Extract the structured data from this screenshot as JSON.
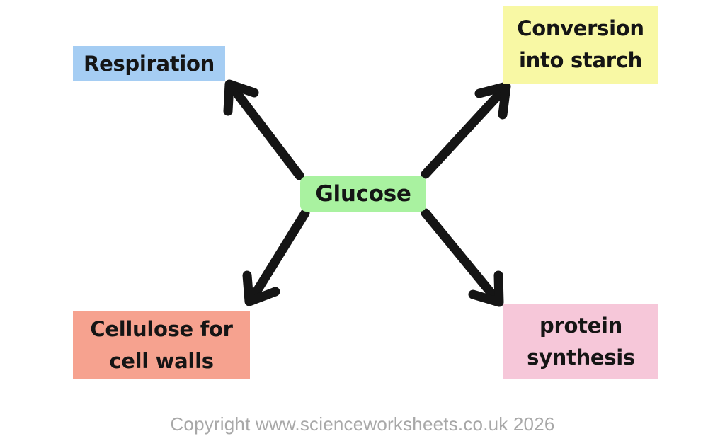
{
  "page": {
    "background": "#ffffff"
  },
  "diagram": {
    "center": {
      "label": "Glucose",
      "bg": "#a9f2a0"
    },
    "nodes": [
      {
        "id": "respiration",
        "label": "Respiration",
        "bg": "#a5cdf3"
      },
      {
        "id": "conversion-into-starch",
        "label": "Conversion into starch",
        "bg": "#f8f8a4"
      },
      {
        "id": "cellulose-for-cell-walls",
        "label": "Cellulose for cell walls",
        "bg": "#f6a28f"
      },
      {
        "id": "protein-synthesis",
        "label": "protein synthesis",
        "bg": "#f6c7d9"
      }
    ],
    "arrows": [
      {
        "from": "Glucose",
        "to": "Respiration",
        "direction": "top-left"
      },
      {
        "from": "Glucose",
        "to": "Conversion into starch",
        "direction": "top-right"
      },
      {
        "from": "Glucose",
        "to": "Cellulose for cell walls",
        "direction": "bottom-left"
      },
      {
        "from": "Glucose",
        "to": "protein synthesis",
        "direction": "bottom-right"
      }
    ],
    "arrow_color": "#151515",
    "text_color": "#151515"
  },
  "footer": {
    "copyright": "Copyright www.scienceworksheets.co.uk 2026",
    "color": "#a8a8a8"
  }
}
